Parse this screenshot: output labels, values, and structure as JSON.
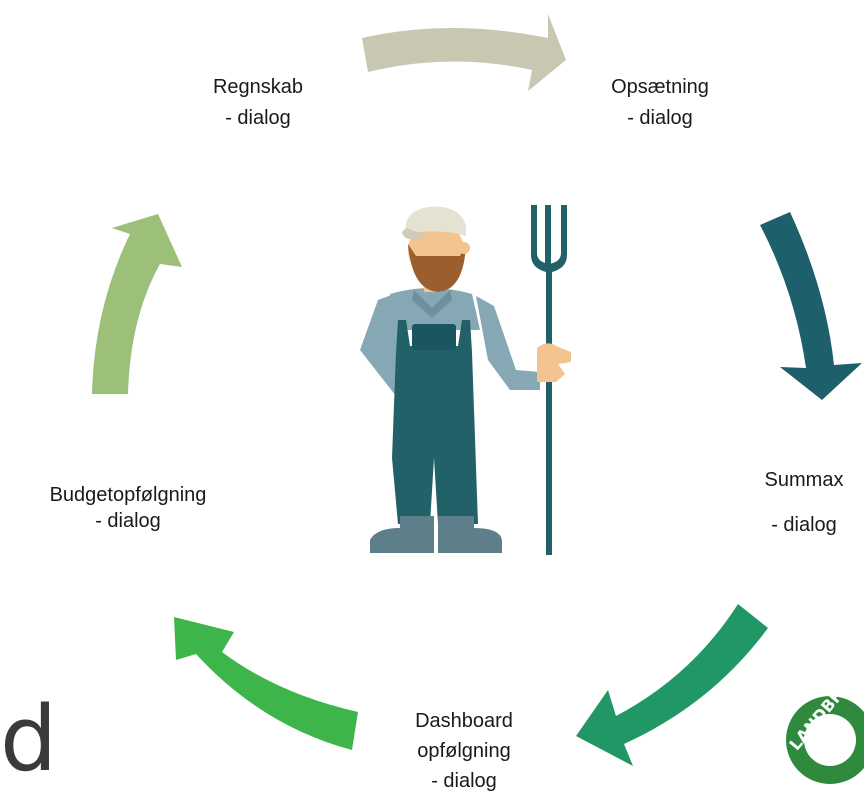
{
  "steps": {
    "regnskab": {
      "title": "Regnskab",
      "sub": "- dialog"
    },
    "opsaetning": {
      "title": "Opsætning",
      "sub": "- dialog"
    },
    "summax": {
      "title": "Summax",
      "sub": "- dialog"
    },
    "dashboard": {
      "title": "Dashboard",
      "title2": "opfølgning",
      "sub": "- dialog"
    },
    "budget": {
      "title": "Budgetopfølgning",
      "sub": "- dialog"
    }
  },
  "colors": {
    "arrow_top": "#c8c7b2",
    "arrow_right": "#1d5f6b",
    "arrow_bottom_right": "#219765",
    "arrow_bottom_left": "#3db54a",
    "arrow_left": "#9cbf7a",
    "farmer_shirt": "#86a8b4",
    "farmer_overalls": "#236169",
    "farmer_boots": "#5c7f8a",
    "skin": "#f3c48f",
    "beard": "#9c5e2d",
    "cap": "#e5e2d3"
  },
  "logo_left": {
    "text": "d"
  },
  "logo_right": {
    "text": "LANDBRUG"
  }
}
